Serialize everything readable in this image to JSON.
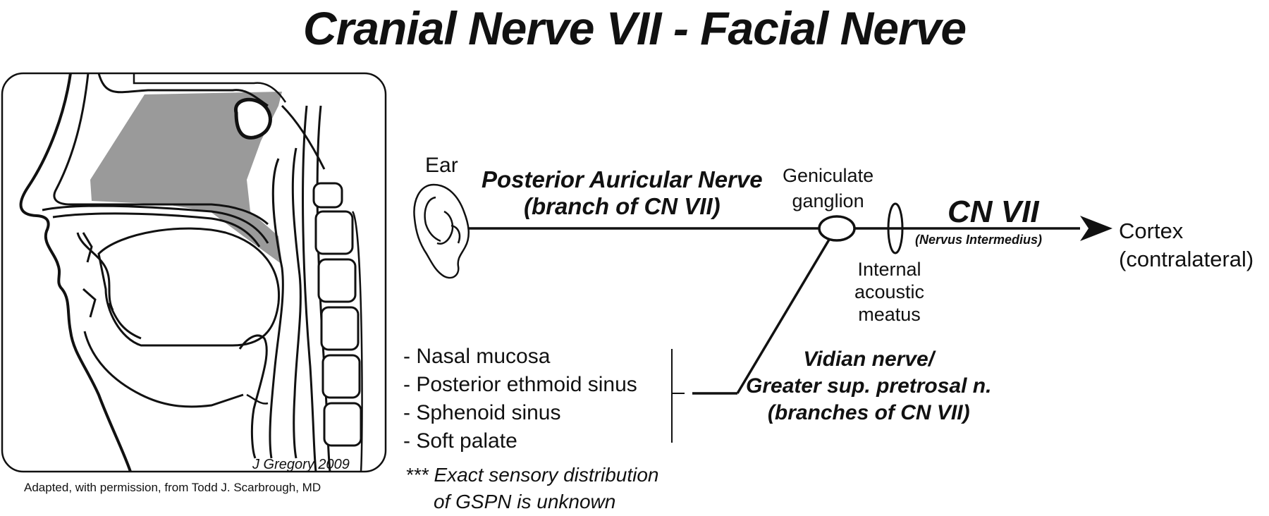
{
  "title": "Cranial Nerve VII - Facial Nerve",
  "labels": {
    "ear": "Ear",
    "posterior_auricular_line1": "Posterior Auricular Nerve",
    "posterior_auricular_line2": "(branch of CN VII)",
    "geniculate_line1": "Geniculate",
    "geniculate_line2": "ganglion",
    "cn_vii": "CN VII",
    "nervus_intermedius": "(Nervus Intermedius)",
    "internal_acoustic_line1": "Internal",
    "internal_acoustic_line2": "acoustic",
    "internal_acoustic_line3": "meatus",
    "cortex_line1": "Cortex",
    "cortex_line2": "(contralateral)",
    "vidian_line1": "Vidian nerve/",
    "vidian_line2": "Greater sup. pretrosal n.",
    "vidian_line3": "(branches of CN VII)"
  },
  "targets": [
    "- Nasal mucosa",
    "- Posterior ethmoid sinus",
    "- Sphenoid sinus",
    "- Soft palate"
  ],
  "note_line1": "*** Exact sensory distribution",
  "note_line2": "of GSPN is unknown",
  "credit": "Adapted, with permission, from Todd J. Scarbrough, MD",
  "signature": "J Gregory 2009",
  "colors": {
    "ink": "#111111",
    "shade": "#9a9a9a"
  }
}
